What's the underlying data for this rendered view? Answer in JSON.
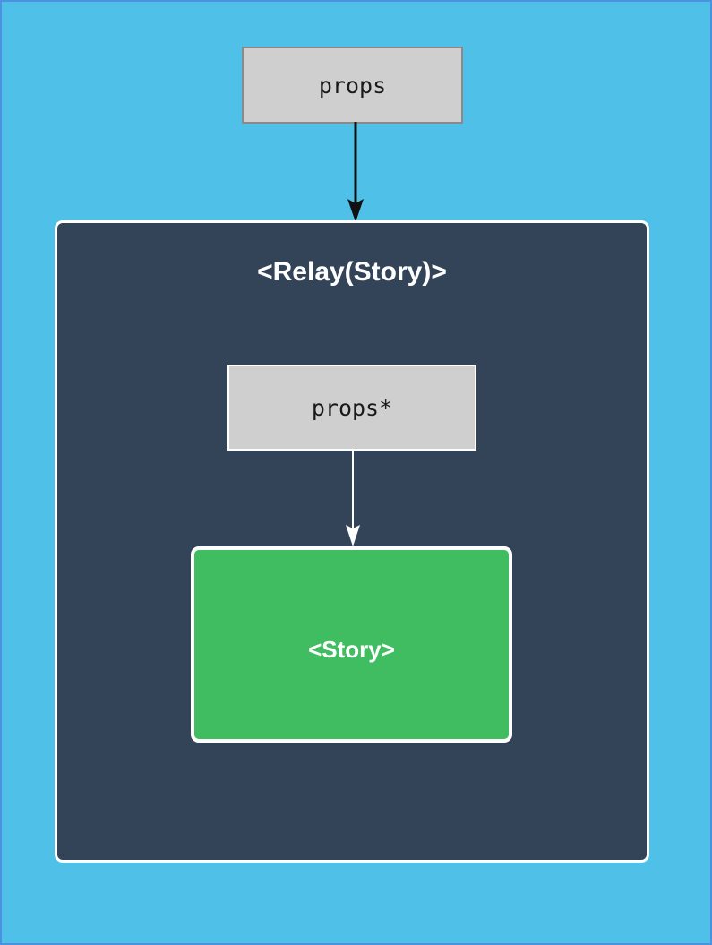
{
  "diagram": {
    "type": "flow",
    "background_color": "#4fc0e8",
    "border_color": "#4a92e0",
    "nodes": {
      "outer_props": {
        "label": "props",
        "fill_color": "#cfcfcf",
        "border_color": "#8a8a8a",
        "text_color": "#1a1a1a"
      },
      "relay_panel": {
        "title": "<Relay(Story)>",
        "fill_color": "#344458",
        "border_color": "#ffffff",
        "text_color": "#ffffff"
      },
      "inner_props": {
        "label": "props*",
        "fill_color": "#cfcfcf",
        "border_color": "#ffffff",
        "text_color": "#1a1a1a"
      },
      "story": {
        "label": "<Story>",
        "fill_color": "#40bd60",
        "border_color": "#ffffff",
        "text_color": "#ffffff"
      }
    },
    "edges": [
      {
        "name": "props-to-relay",
        "from": "outer_props",
        "to": "relay_panel",
        "color": "#111111",
        "direction": "down"
      },
      {
        "name": "innerprops-to-story",
        "from": "inner_props",
        "to": "story",
        "color": "#ffffff",
        "direction": "down"
      }
    ]
  }
}
